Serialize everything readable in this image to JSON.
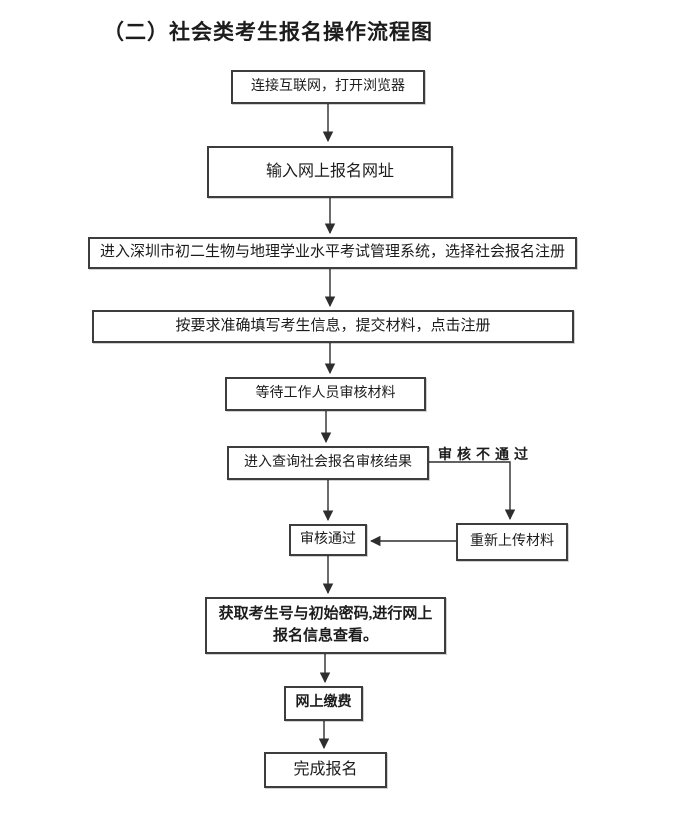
{
  "page": {
    "title": "（二）社会类考生报名操作流程图"
  },
  "flowchart": {
    "type": "flowchart",
    "steps": [
      {
        "id": "connect-internet",
        "label": "连接互联网，打开浏览器"
      },
      {
        "id": "enter-url",
        "label": "输入网上报名网址"
      },
      {
        "id": "enter-system",
        "label": "进入深圳市初二生物与地理学业水平考试管理系统，选择社会报名注册"
      },
      {
        "id": "fill-info",
        "label": "按要求准确填写考生信息，提交材料，点击注册"
      },
      {
        "id": "wait-review",
        "label": "等待工作人员审核材料"
      },
      {
        "id": "query-result",
        "label": "进入查询社会报名审核结果"
      },
      {
        "id": "review-passed",
        "label": "审核通过"
      },
      {
        "id": "reupload",
        "label": "重新上传材料"
      },
      {
        "id": "get-credentials",
        "label": "获取考生号与初始密码,进行网上报名信息查看。"
      },
      {
        "id": "pay-online",
        "label": "网上缴费"
      },
      {
        "id": "complete",
        "label": "完成报名"
      }
    ],
    "branch_label": "审核不通过",
    "edges": [
      {
        "from": "connect-internet",
        "to": "enter-url"
      },
      {
        "from": "enter-url",
        "to": "enter-system"
      },
      {
        "from": "enter-system",
        "to": "fill-info"
      },
      {
        "from": "fill-info",
        "to": "wait-review"
      },
      {
        "from": "wait-review",
        "to": "query-result"
      },
      {
        "from": "query-result",
        "to": "review-passed"
      },
      {
        "from": "query-result",
        "to": "reupload",
        "label": "审核不通过"
      },
      {
        "from": "reupload",
        "to": "review-passed"
      },
      {
        "from": "review-passed",
        "to": "get-credentials"
      },
      {
        "from": "get-credentials",
        "to": "pay-online"
      },
      {
        "from": "pay-online",
        "to": "complete"
      }
    ]
  },
  "colors": {
    "background": "#ffffff",
    "box_border": "#3d3d3d",
    "line": "#2e2e2e",
    "text": "#1c1c1c"
  }
}
